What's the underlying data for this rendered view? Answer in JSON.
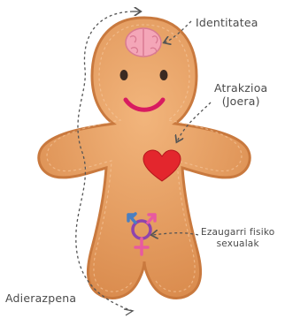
{
  "labels": {
    "identity": "Identitatea",
    "attraction_line1": "Atrakzioa",
    "attraction_line2": "(Joera)",
    "sex_line1": "Ezaugarri fisiko",
    "sex_line2": "sexualak",
    "expression": "Adierazpena"
  },
  "icons": {
    "brain": "brain-icon",
    "heart": "heart-icon",
    "gender_symbol": "transgender-symbol-icon"
  },
  "colors": {
    "cookie_fill": "#e8a266",
    "cookie_outline": "#c9793e",
    "brain": "#f4a6b8",
    "heart": "#e3262d",
    "smile": "#d81b60",
    "symbol_blue": "#4a7fc1",
    "symbol_pink": "#e85aa0",
    "symbol_purple": "#8e44ad",
    "arrow": "#555555"
  }
}
